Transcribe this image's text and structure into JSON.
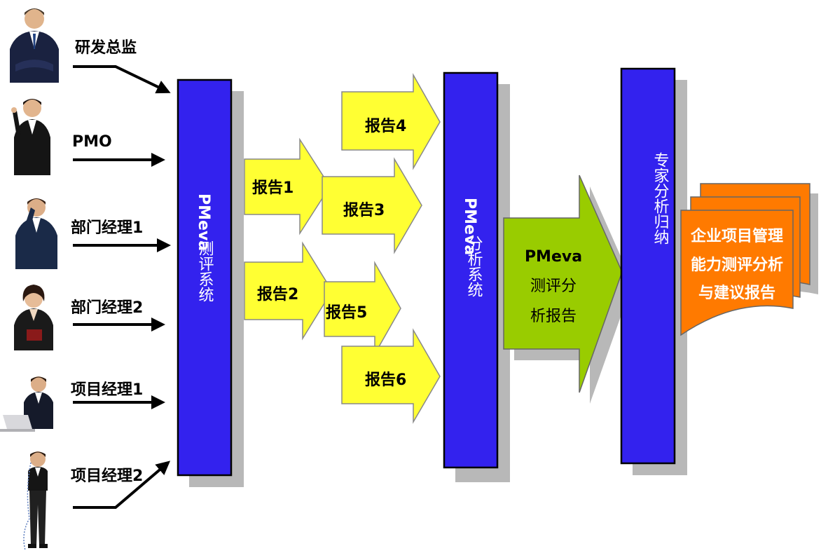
{
  "people": [
    {
      "label": "研发总监",
      "icon": "person-director-icon"
    },
    {
      "label": "PMO",
      "icon": "person-pmo-icon"
    },
    {
      "label": "部门经理1",
      "icon": "person-dept-manager-1-icon"
    },
    {
      "label": "部门经理2",
      "icon": "person-dept-manager-2-icon"
    },
    {
      "label": "项目经理1",
      "icon": "person-project-manager-1-icon"
    },
    {
      "label": "项目经理2",
      "icon": "person-project-manager-2-icon"
    }
  ],
  "system1": {
    "brand": "PMeva",
    "name": "测评系统"
  },
  "reports": {
    "r1": "报告1",
    "r2": "报告2",
    "r3": "报告3",
    "r4": "报告4",
    "r5": "报告5",
    "r6": "报告6"
  },
  "system2": {
    "brand": "PMeva",
    "name": "分析系统"
  },
  "analysis_report": {
    "line1": "PMeva",
    "line2": "测评分",
    "line3": "析报告"
  },
  "expert": {
    "text": "专家分析归纳"
  },
  "final_report": {
    "line1": "企业项目管理",
    "line2": "能力测评分析",
    "line3": "与建议报告"
  },
  "colors": {
    "system_blue": "#3322ee",
    "report_yellow": "#ffff33",
    "analysis_green": "#99cc00",
    "final_orange": "#ff7a00",
    "shadow_gray": "#b8b8b8"
  }
}
